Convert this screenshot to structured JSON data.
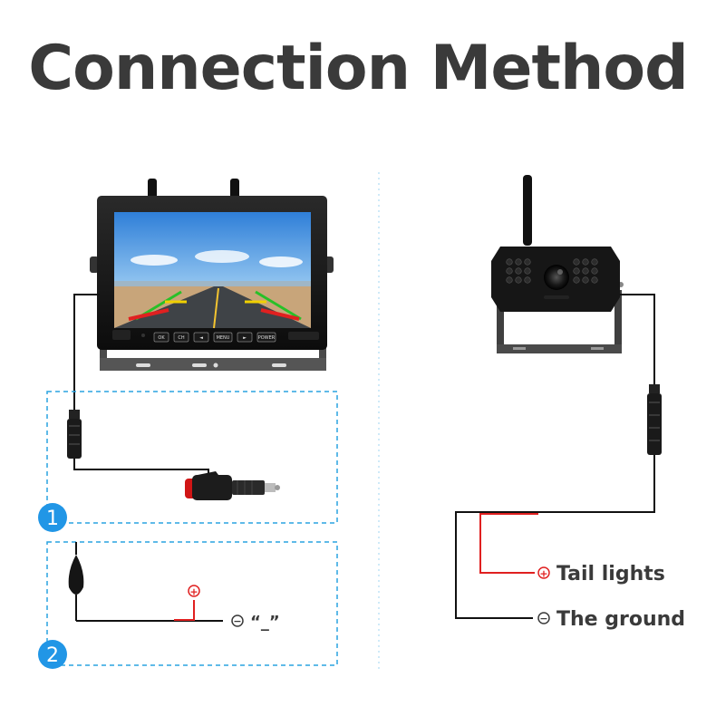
{
  "title": "Connection Method",
  "monitor": {
    "buttons": [
      "OK",
      "CH",
      "◄",
      "MENU",
      "►",
      "POWER"
    ]
  },
  "steps": [
    {
      "number": "1"
    },
    {
      "number": "2"
    }
  ],
  "step2": {
    "plus_symbol": "+",
    "minus_symbol": "−",
    "negative_label": "“_”"
  },
  "camera_wiring": {
    "plus_symbol": "+",
    "minus_symbol": "−",
    "positive_label": "Tail lights",
    "ground_label": "The ground"
  },
  "colors": {
    "dashed_box": "#2aa3e0",
    "step_badge": "#2196e6",
    "positive_wire": "#e02020",
    "wire": "#111111",
    "text": "#3a3a3a"
  }
}
